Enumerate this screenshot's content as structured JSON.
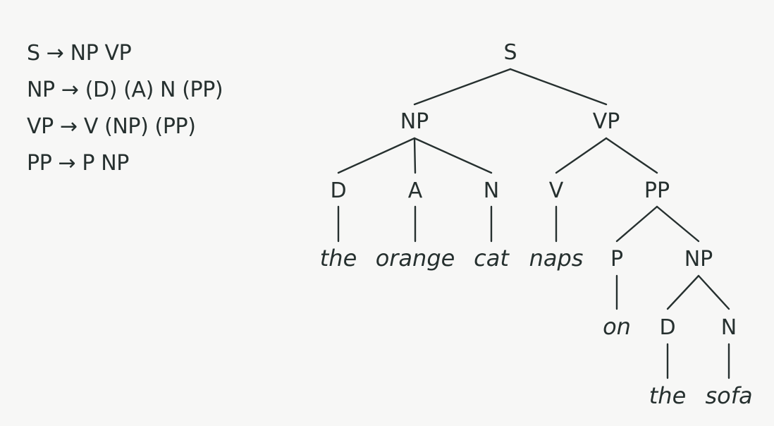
{
  "grammar_rules": [
    "S → NP VP",
    "NP → (D) (A) N (PP)",
    "VP → V (NP) (PP)",
    "PP → P NP"
  ],
  "tree": {
    "label": "S",
    "children": [
      {
        "label": "NP",
        "children": [
          {
            "label": "D",
            "children": [
              {
                "word": "the"
              }
            ]
          },
          {
            "label": "A",
            "children": [
              {
                "word": "orange"
              }
            ]
          },
          {
            "label": "N",
            "children": [
              {
                "word": "cat"
              }
            ]
          }
        ]
      },
      {
        "label": "VP",
        "children": [
          {
            "label": "V",
            "children": [
              {
                "word": "naps"
              }
            ]
          },
          {
            "label": "PP",
            "children": [
              {
                "label": "P",
                "children": [
                  {
                    "word": "on"
                  }
                ]
              },
              {
                "label": "NP",
                "children": [
                  {
                    "label": "D",
                    "children": [
                      {
                        "word": "the"
                      }
                    ]
                  },
                  {
                    "label": "N",
                    "children": [
                      {
                        "word": "sofa"
                      }
                    ]
                  }
                ]
              }
            ]
          }
        ]
      }
    ]
  }
}
